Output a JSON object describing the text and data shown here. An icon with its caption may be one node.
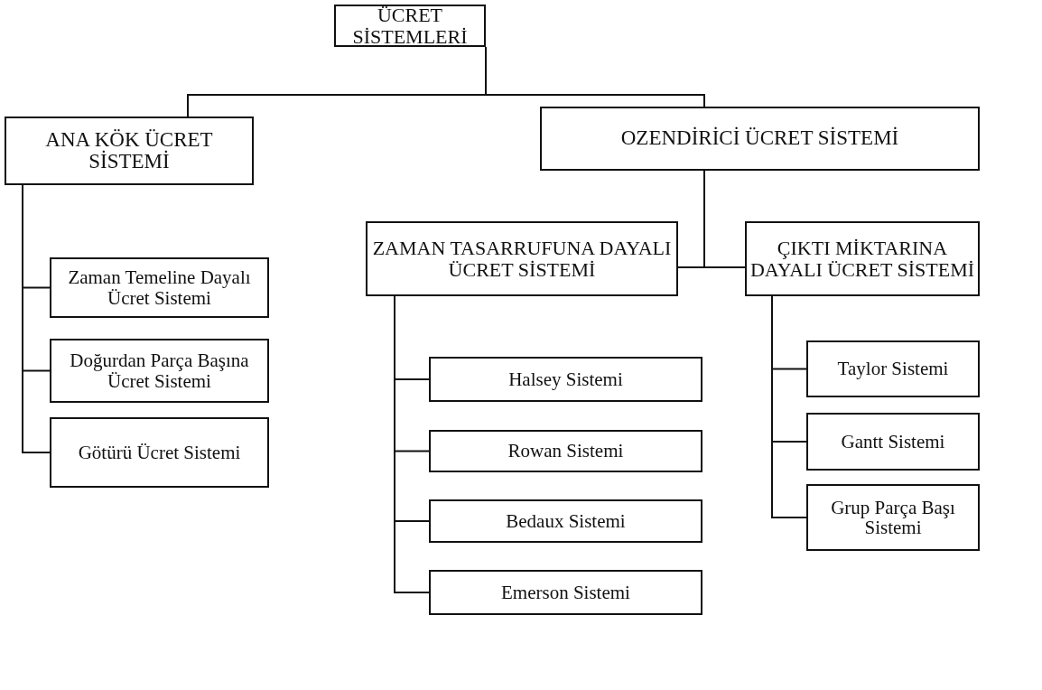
{
  "diagram": {
    "nodes": [
      {
        "text": [
          "ÜCRET SİSTEMLERİ"
        ]
      },
      {
        "text": [
          "ANA KÖK ÜCRET SİSTEMİ"
        ]
      },
      {
        "text": [
          "OZENDİRİCİ ÜCRET SİSTEMİ"
        ]
      },
      {
        "text": [
          "Zaman Temeline Dayalı Ücret Sistemi"
        ]
      },
      {
        "text": [
          "Doğurdan Parça Başına Ücret Sistemi"
        ]
      },
      {
        "text": [
          "Götürü Ücret Sistemi"
        ]
      },
      {
        "text": [
          "ZAMAN TASARRUFUNA DAYALI ÜCRET SİSTEMİ"
        ]
      },
      {
        "text": [
          "ÇIKTI MİKTARINA DAYALI ÜCRET SİSTEMİ"
        ]
      },
      {
        "text": [
          "Halsey Sistemi"
        ]
      },
      {
        "text": [
          "Rowan Sistemi"
        ]
      },
      {
        "text": [
          "Bedaux Sistemi"
        ]
      },
      {
        "text": [
          "Emerson Sistemi"
        ]
      },
      {
        "text": [
          "Taylor Sistemi"
        ]
      },
      {
        "text": [
          "Gantt Sistemi"
        ]
      },
      {
        "text": [
          "Grup Parça Başı Sistemi"
        ]
      }
    ],
    "edges": [
      {
        "from": 0,
        "to": 1,
        "arrow": "none"
      },
      {
        "from": 0,
        "to": 2,
        "arrow": "none"
      },
      {
        "from": 1,
        "to": 3,
        "arrow": "none"
      },
      {
        "from": 1,
        "to": 4,
        "arrow": "none"
      },
      {
        "from": 1,
        "to": 5,
        "arrow": "none"
      },
      {
        "from": 2,
        "to": 6,
        "arrow": "none"
      },
      {
        "from": 2,
        "to": 7,
        "arrow": "none"
      },
      {
        "from": 6,
        "to": 8,
        "arrow": "none"
      },
      {
        "from": 6,
        "to": 9,
        "arrow": "none"
      },
      {
        "from": 6,
        "to": 10,
        "arrow": "none"
      },
      {
        "from": 6,
        "to": 11,
        "arrow": "none"
      },
      {
        "from": 7,
        "to": 12,
        "arrow": "none"
      },
      {
        "from": 7,
        "to": 13,
        "arrow": "none"
      },
      {
        "from": 7,
        "to": 14,
        "arrow": "none"
      }
    ]
  }
}
